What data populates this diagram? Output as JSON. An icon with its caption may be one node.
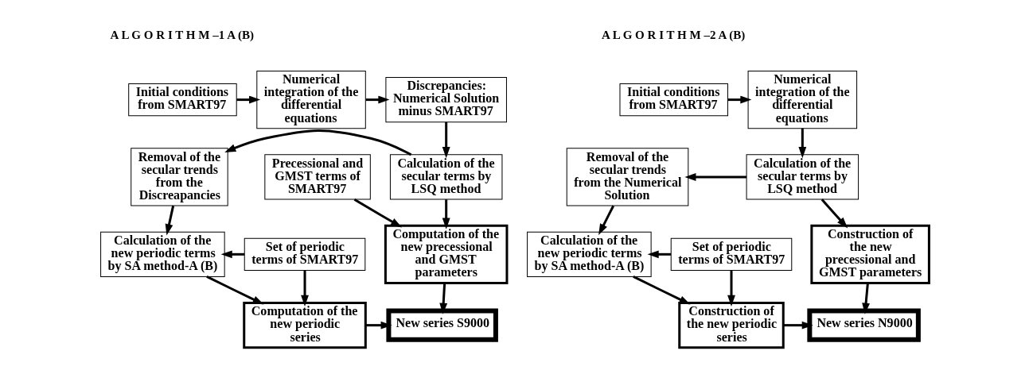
{
  "diagram": {
    "nodes": [
      {
        "text": [
          "Initial conditions from SMART97"
        ]
      },
      {
        "text": [
          "Numerical integration of the differential equations"
        ]
      },
      {
        "text": [
          "Discrepancies: Numerical Solution minus SMART97"
        ]
      },
      {
        "text": [
          "Precessional and GMST terms of SMART97"
        ]
      },
      {
        "text": [
          "Calculation of the secular terms by LSQ method"
        ]
      },
      {
        "text": [
          "**Removal of the secular trends** from the Discreapancies"
        ]
      },
      {
        "text": [
          "Computation of the new precessional and GMST parameters"
        ]
      },
      {
        "text": [
          "Calculation of the new periodic terms by SA method-A (B)"
        ]
      },
      {
        "text": [
          "Set of periodic terms of SMART97"
        ]
      },
      {
        "text": [
          "New series S9000"
        ]
      },
      {
        "text": [
          "Computation of the new periodic series"
        ]
      },
      {
        "text": [
          "Initial conditions from SMART97"
        ]
      },
      {
        "text": [
          "Numerical integration of the differential equations"
        ]
      },
      {
        "text": [
          "Calculation of the secular terms by LSQ method"
        ]
      },
      {
        "text": [
          "**Removal of the secular trends** from the Numerical Solution"
        ]
      },
      {
        "text": [
          "Construction of the new precessional and GMST parameters"
        ]
      },
      {
        "text": [
          "Calculation of the new periodic terms by SA method-A (B)"
        ]
      },
      {
        "text": [
          "Set of periodic terms of SMART97"
        ]
      },
      {
        "text": [
          "New series N9000"
        ]
      },
      {
        "text": [
          "Construction of the new periodic series"
        ]
      }
    ],
    "edges": [
      {
        "from": 0,
        "to": 1,
        "arrow": "to"
      },
      {
        "from": 1,
        "to": 2,
        "arrow": "to"
      },
      {
        "from": 2,
        "to": 4,
        "arrow": "to"
      },
      {
        "from": 4,
        "to": 5,
        "arrow": "to"
      },
      {
        "from": 3,
        "to": 6,
        "arrow": "to"
      },
      {
        "from": 4,
        "to": 6,
        "arrow": "to"
      },
      {
        "from": 5,
        "to": 7,
        "arrow": "to"
      },
      {
        "from": 8,
        "to": 7,
        "arrow": "to"
      },
      {
        "from": 6,
        "to": 9,
        "arrow": "to"
      },
      {
        "from": 7,
        "to": 10,
        "arrow": "to"
      },
      {
        "from": 8,
        "to": 10,
        "arrow": "to"
      },
      {
        "from": 10,
        "to": 9,
        "arrow": "to"
      },
      {
        "from": 11,
        "to": 12,
        "arrow": "to"
      },
      {
        "from": 12,
        "to": 13,
        "arrow": "to"
      },
      {
        "from": 13,
        "to": 14,
        "arrow": "to"
      },
      {
        "from": 13,
        "to": 15,
        "arrow": "to"
      },
      {
        "from": 14,
        "to": 16,
        "arrow": "to"
      },
      {
        "from": 17,
        "to": 16,
        "arrow": "to"
      },
      {
        "from": 15,
        "to": 18,
        "arrow": "to"
      },
      {
        "from": 16,
        "to": 19,
        "arrow": "to"
      },
      {
        "from": 17,
        "to": 19,
        "arrow": "to"
      },
      {
        "from": 19,
        "to": 18,
        "arrow": "to"
      }
    ],
    "labels": [
      "A L G O R I T H M –1 A (B)",
      "A L G O R I T H M –2 A (B)"
    ]
  }
}
